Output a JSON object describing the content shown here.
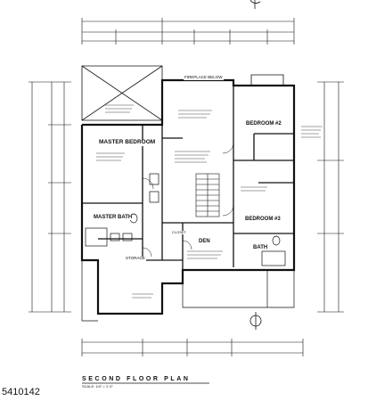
{
  "rooms": {
    "master_bedroom": "MASTER BEDROOM",
    "bedroom_2": "BEDROOM #2",
    "bedroom_3": "BEDROOM #3",
    "master_bath": "MASTER BATH",
    "bath": "BATH",
    "den": "DEN",
    "storage": "STORAGE",
    "closet": "CLOSET",
    "fireplace": "FIREPLACE BELOW"
  },
  "title": {
    "main": "SECOND FLOOR PLAN",
    "scale": "SCALE: 1/4\" = 1'-0\""
  },
  "listing_id": "5410142",
  "colors": {
    "ink": "#111111",
    "paper": "#ffffff"
  }
}
